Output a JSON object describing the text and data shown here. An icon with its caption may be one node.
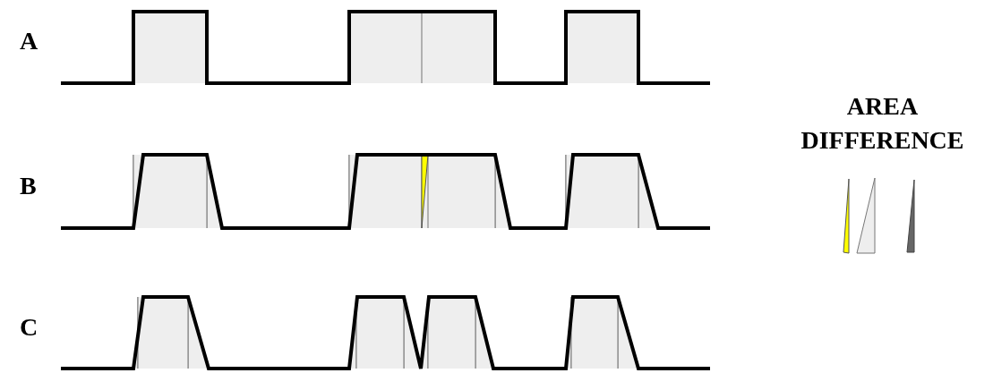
{
  "diagram": {
    "labels": [
      "A",
      "B",
      "C",
      "AREA DIFFERENCE"
    ]
  }
}
